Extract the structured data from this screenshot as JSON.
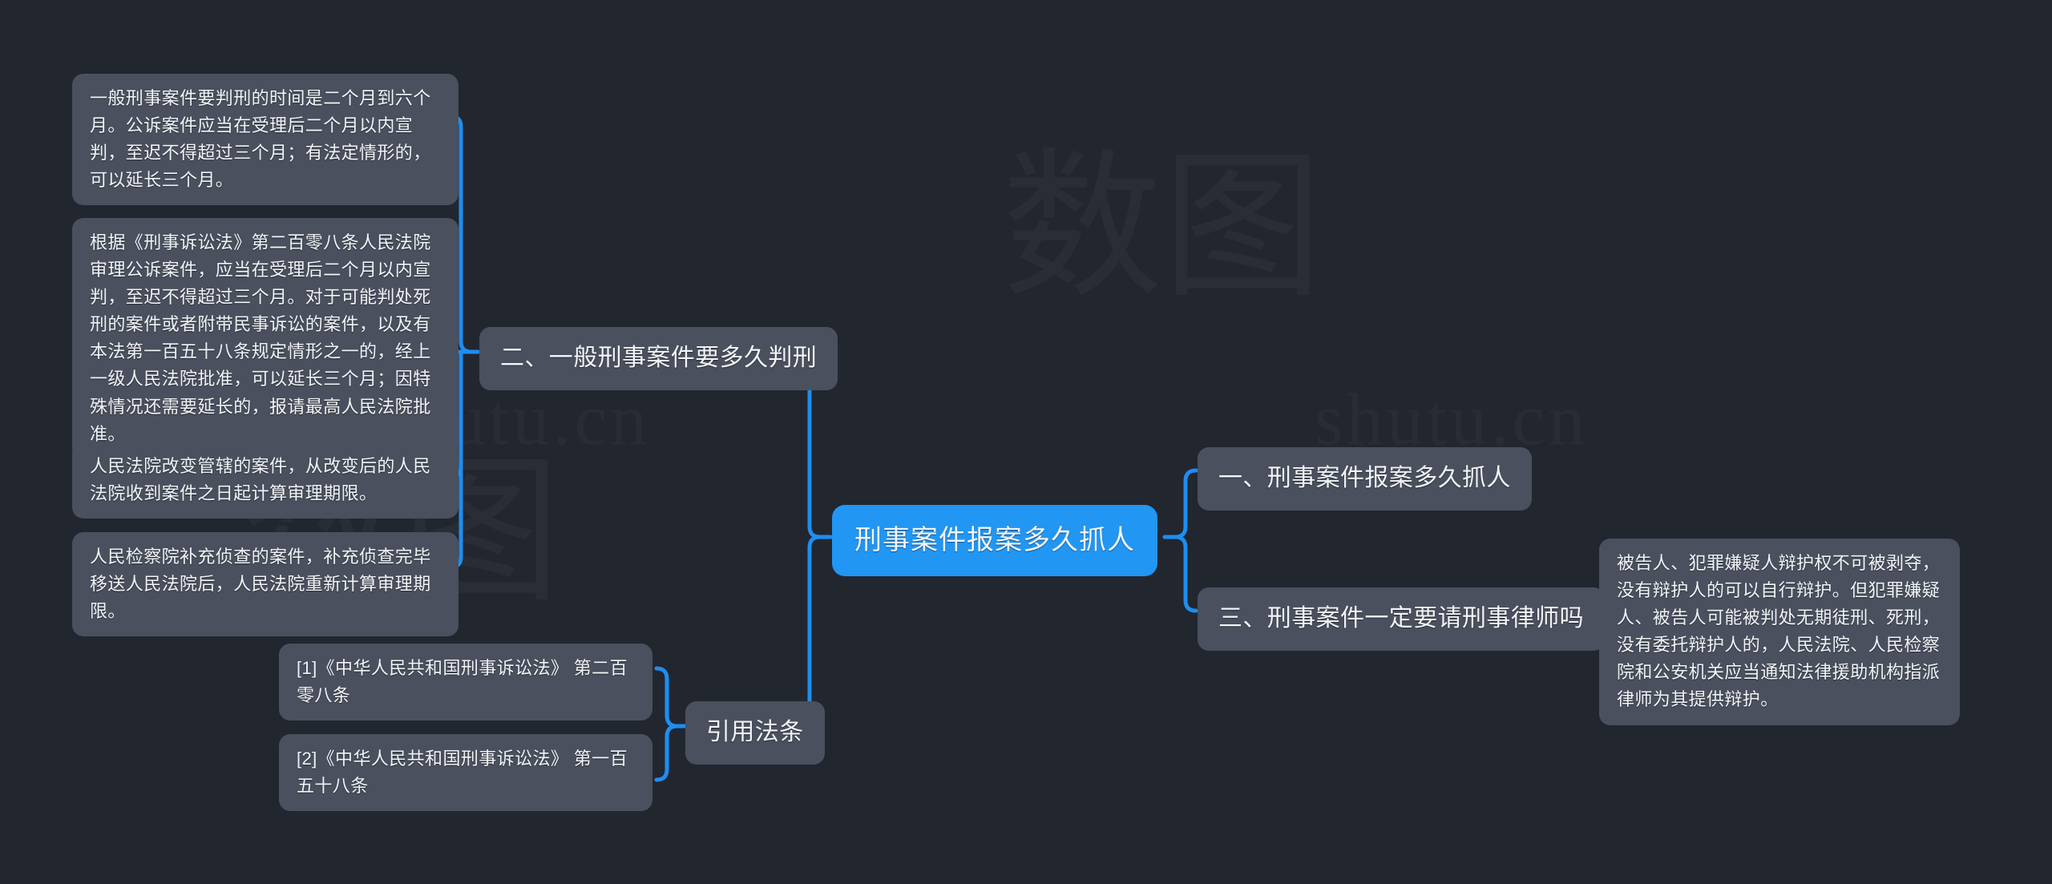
{
  "page": {
    "type": "mindmap",
    "background_color": "#22262f",
    "node_color": "#4a505e",
    "root_color": "#2196f3",
    "link_color": "#1e8ef0",
    "text_color": "#f2f4f7",
    "watermark_latin": "shutu.cn",
    "watermark_cn": "数图"
  },
  "root": {
    "label": "刑事案件报案多久抓人"
  },
  "branches": {
    "left": [
      {
        "id": "b2",
        "label": "二、一般刑事案件要多久判刑",
        "children": [
          {
            "id": "l1",
            "text": "一般刑事案件要判刑的时间是二个月到六个月。公诉案件应当在受理后二个月以内宣判，至迟不得超过三个月；有法定情形的，可以延长三个月。"
          },
          {
            "id": "l2",
            "text": "根据《刑事诉讼法》第二百零八条人民法院审理公诉案件，应当在受理后二个月以内宣判，至迟不得超过三个月。对于可能判处死刑的案件或者附带民事诉讼的案件，以及有本法第一百五十八条规定情形之一的，经上一级人民法院批准，可以延长三个月；因特殊情况还需要延长的，报请最高人民法院批准。"
          },
          {
            "id": "l3",
            "text": "人民法院改变管辖的案件，从改变后的人民法院收到案件之日起计算审理期限。"
          },
          {
            "id": "l4",
            "text": "人民检察院补充侦查的案件，补充侦查完毕移送人民法院后，人民法院重新计算审理期限。"
          }
        ]
      },
      {
        "id": "cit",
        "label": "引用法条",
        "children": [
          {
            "id": "c1",
            "text": "[1]《中华人民共和国刑事诉讼法》 第二百零八条"
          },
          {
            "id": "c2",
            "text": "[2]《中华人民共和国刑事诉讼法》 第一百五十八条"
          }
        ]
      }
    ],
    "right": [
      {
        "id": "b1",
        "label": "一、刑事案件报案多久抓人",
        "children": []
      },
      {
        "id": "b3",
        "label": "三、刑事案件一定要请刑事律师吗",
        "children": [
          {
            "id": "r1",
            "text": "被告人、犯罪嫌疑人辩护权不可被剥夺，没有辩护人的可以自行辩护。但犯罪嫌疑人、被告人可能被判处无期徒刑、死刑，没有委托辩护人的，人民法院、人民检察院和公安机关应当通知法律援助机构指派律师为其提供辩护。"
          }
        ]
      }
    ]
  }
}
